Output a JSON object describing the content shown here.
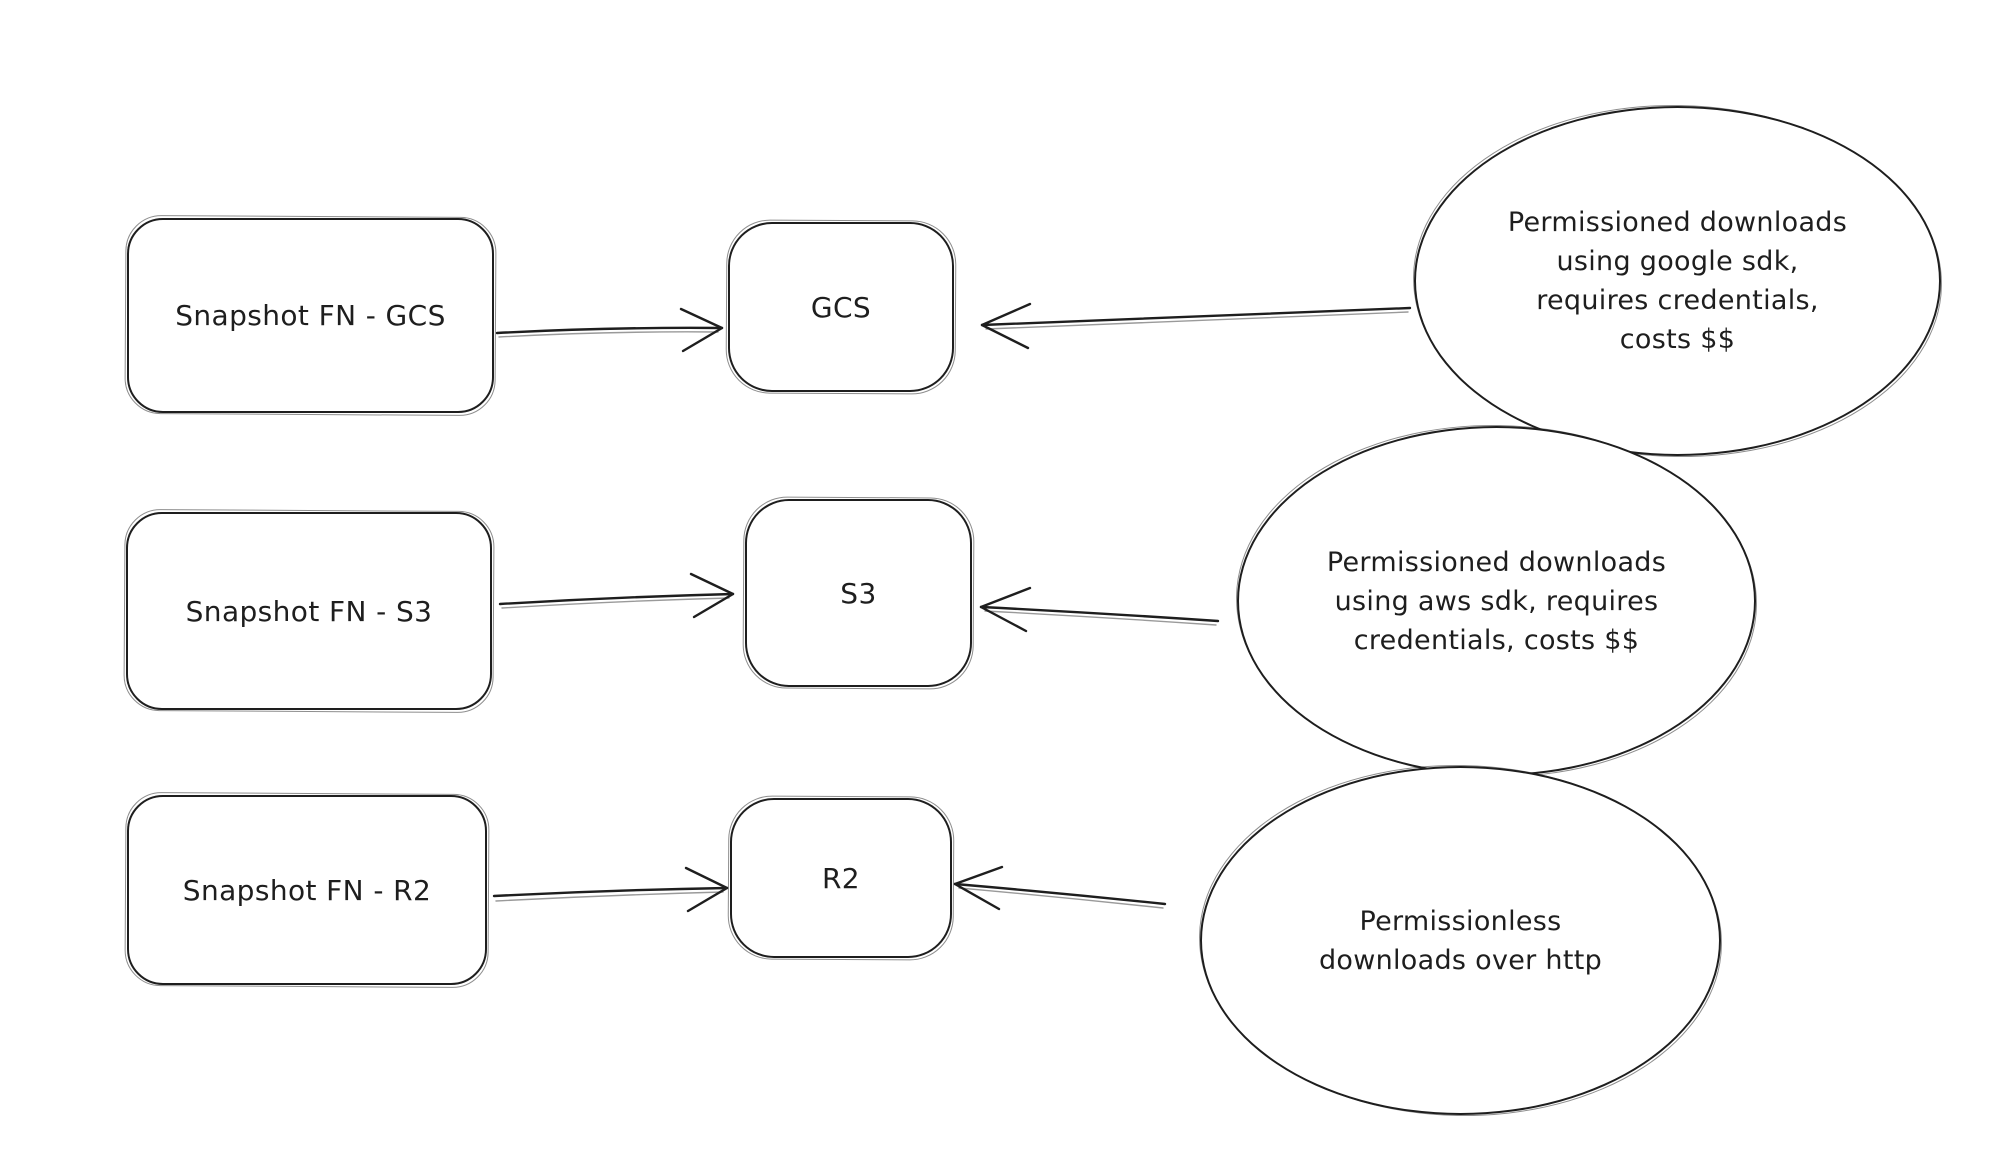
{
  "diagram": {
    "background_color": "#ffffff",
    "stroke_color": "#1e1e1e",
    "style": "hand-drawn whiteboard sketch",
    "rows": [
      {
        "source": {
          "label": "Snapshot FN - GCS"
        },
        "target": {
          "label": "GCS"
        },
        "annotation": {
          "text": "Permissioned downloads using google sdk, requires credentials, costs $$",
          "lines": [
            "Permissioned downloads",
            "using google sdk,",
            "requires credentials,",
            "costs $$"
          ]
        }
      },
      {
        "source": {
          "label": "Snapshot FN - S3"
        },
        "target": {
          "label": "S3"
        },
        "annotation": {
          "text": "Permissioned downloads using aws sdk, requires credentials, costs $$",
          "lines": [
            "Permissioned downloads",
            "using aws sdk, requires",
            "credentials, costs $$"
          ]
        }
      },
      {
        "source": {
          "label": "Snapshot FN - R2"
        },
        "target": {
          "label": "R2"
        },
        "annotation": {
          "text": "Permissionless downloads over http",
          "lines": [
            "Permissionless",
            "downloads over http"
          ]
        }
      }
    ]
  }
}
